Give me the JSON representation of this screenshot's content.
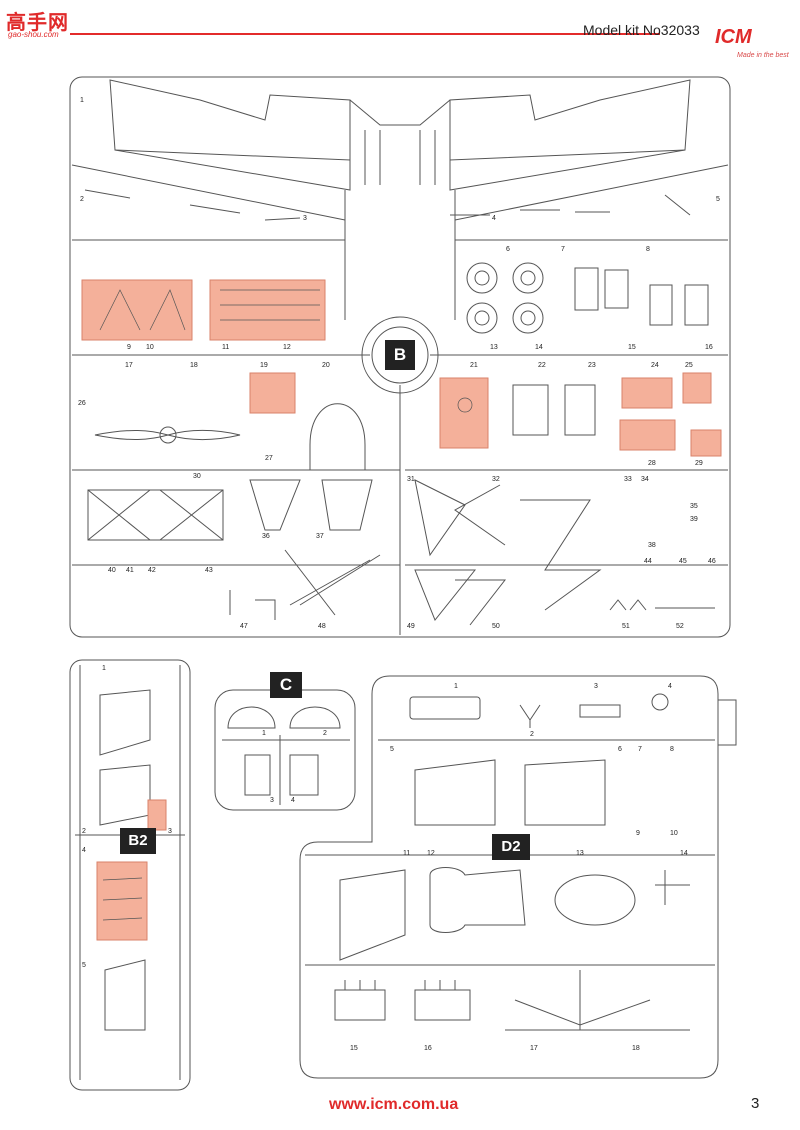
{
  "header": {
    "site_logo_text": "高手网",
    "site_logo_url": "gao-shou.com",
    "kit_title": "Model kit No32033",
    "brand_logo": "ICM",
    "brand_tagline": "Made in the best"
  },
  "sprue_labels": {
    "b": "B",
    "b2": "B2",
    "c": "C",
    "d2": "D2"
  },
  "part_numbers_b": [
    "1",
    "2",
    "3",
    "4",
    "5",
    "6",
    "7",
    "8",
    "9",
    "10",
    "11",
    "12",
    "13",
    "14",
    "15",
    "16",
    "17",
    "18",
    "19",
    "20",
    "21",
    "22",
    "23",
    "24",
    "25",
    "26",
    "27",
    "28",
    "29",
    "30",
    "31",
    "32",
    "33",
    "34",
    "35",
    "36",
    "37",
    "38",
    "39",
    "40",
    "41",
    "42",
    "43",
    "44",
    "45",
    "46",
    "47",
    "48",
    "49",
    "50",
    "51",
    "52"
  ],
  "part_numbers_b2": [
    "1",
    "2",
    "3",
    "4",
    "5"
  ],
  "part_numbers_c": [
    "1",
    "2",
    "3",
    "4"
  ],
  "part_numbers_d2": [
    "1",
    "2",
    "3",
    "4",
    "5",
    "6",
    "7",
    "8",
    "9",
    "10",
    "11",
    "12",
    "13",
    "14",
    "15",
    "16",
    "17",
    "18"
  ],
  "colors": {
    "highlight": "#f4b09a",
    "highlight_stroke": "#d9826a",
    "accent": "#e32b2b",
    "line": "#555555"
  },
  "footer": {
    "url": "www.icm.com.ua",
    "page_number": "3"
  }
}
